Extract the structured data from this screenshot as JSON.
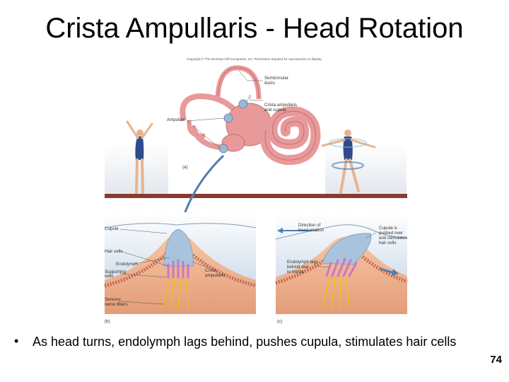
{
  "slide": {
    "title": "Crista Ampullaris - Head Rotation",
    "bullet": "As head turns, endolymph lags behind, pushes cupula, stimulates hair cells",
    "bullet_marker": "•",
    "page_number": "74"
  },
  "figure": {
    "copyright": "Copyright © The McGraw-Hill Companies, Inc. Permission required for reproduction or display.",
    "panel_a": {
      "letter": "(a)",
      "labels": {
        "semicircular_ducts": [
          "Semicircular",
          "ducts"
        ],
        "crista_cupula": [
          "Crista ampullaris",
          "and cupula"
        ],
        "ampullae": "Ampullae"
      }
    },
    "panel_b": {
      "letter": "(b)",
      "labels": {
        "cupula": "Cupula",
        "hair_cells": "Hair cells",
        "endolymph": "Endolymph",
        "supporting_cells": [
          "Supporting",
          "cells"
        ],
        "crista_ampullaris": [
          "Crista",
          "ampullaris"
        ],
        "sensory_nerve_fibers": [
          "Sensory",
          "nerve fibers"
        ]
      }
    },
    "panel_c": {
      "letter": "(c)",
      "labels": {
        "direction": [
          "Direction of",
          "head rotation"
        ],
        "cupula_pushed": [
          "Cupula is",
          "pushed over",
          "and stimulates",
          "hair cells"
        ],
        "endolymph_lags": [
          "Endolymph lags",
          "behind due",
          "to inertia"
        ]
      }
    },
    "colors": {
      "ear": "#e8999a",
      "ear_dark": "#c56f70",
      "floor": "#8a3b30",
      "sky": "#eef1f5",
      "fluid": "#b9cde0",
      "cupula": "#a9c3dc",
      "tissue": "#f4caa3",
      "nerve": "#f2c200",
      "hair_cell": "#c879c0",
      "arrow": "#4d7fb0"
    }
  }
}
